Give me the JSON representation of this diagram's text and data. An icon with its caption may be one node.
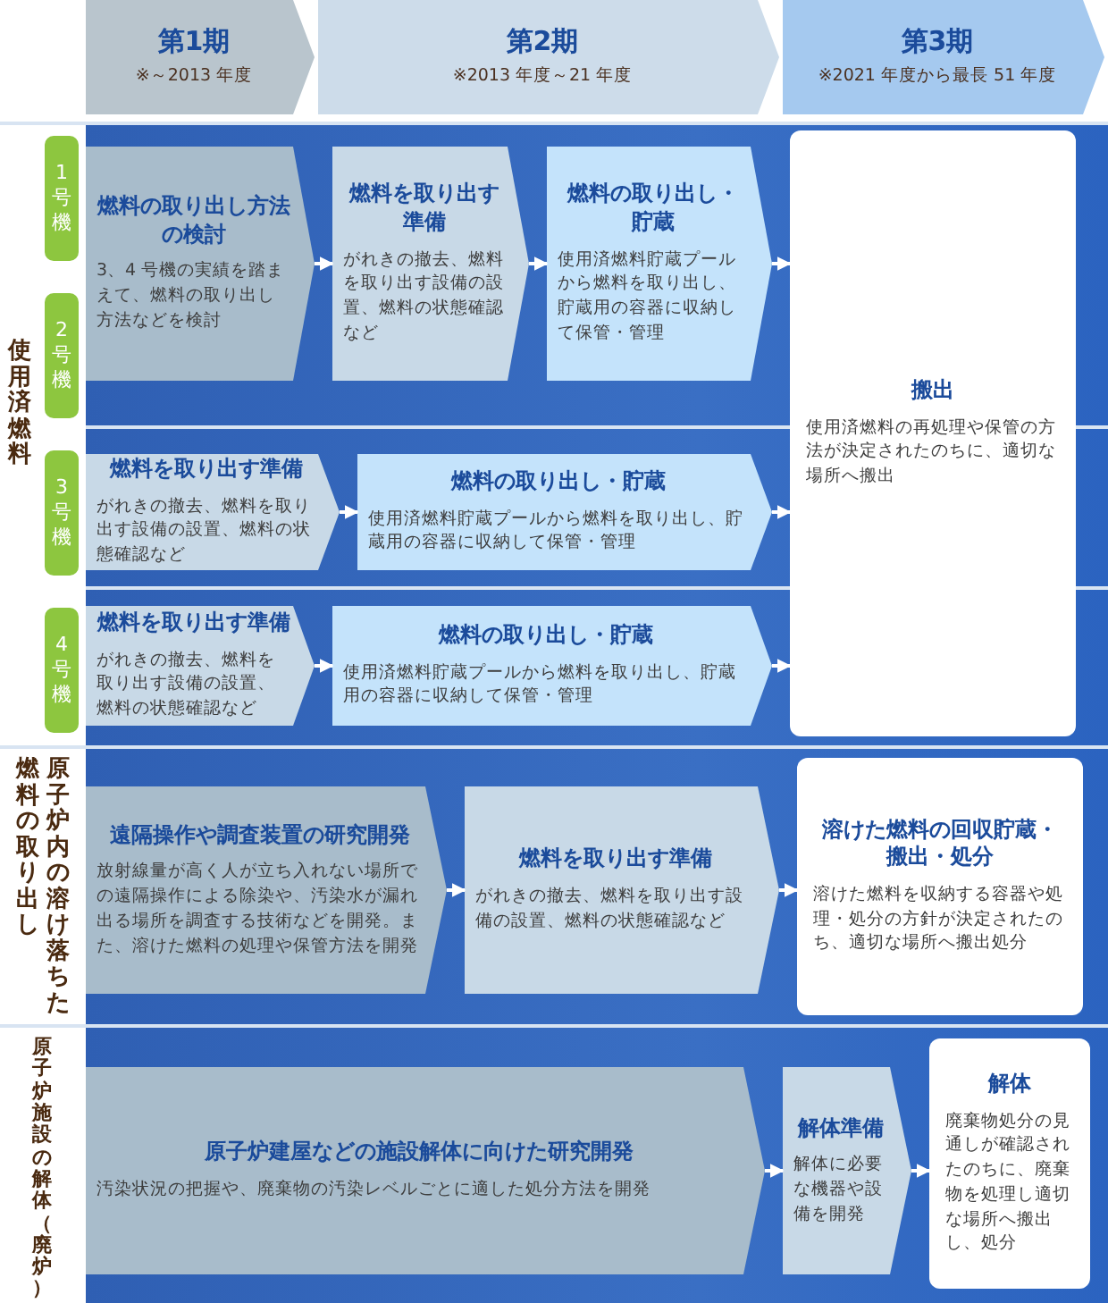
{
  "diagram": {
    "nodes": [
      {
        "text": [
          "第1期",
          "※～2013 年度"
        ]
      },
      {
        "text": [
          "第2期",
          "※2013 年度～21 年度"
        ]
      },
      {
        "text": [
          "第3期",
          "※2021 年度から最長 51 年度"
        ]
      },
      {
        "text": [
          "1号機"
        ]
      },
      {
        "text": [
          "2号機"
        ]
      },
      {
        "text": [
          "燃料の取り出し方法の検討",
          "3、4 号機の実績を踏まえて、燃料の取り出し方法などを検討"
        ]
      },
      {
        "text": [
          "燃料を取り出す準備",
          "がれきの撤去、燃料を取り出す設備の設置、燃料の状態確認など"
        ]
      },
      {
        "text": [
          "燃料の取り出し・貯蔵",
          "使用済燃料貯蔵プールから燃料を取り出し、貯蔵用の容器に収納して保管・管理"
        ]
      },
      {
        "text": [
          "搬出",
          "使用済燃料の再処理や保管の方法が決定されたのちに、適切な場所へ搬出"
        ]
      },
      {
        "text": [
          "3号機"
        ]
      },
      {
        "text": [
          "燃料を取り出す準備",
          "がれきの撤去、燃料を取り出す設備の設置、燃料の状態確認など"
        ]
      },
      {
        "text": [
          "燃料の取り出し・貯蔵",
          "使用済燃料貯蔵プールから燃料を取り出し、貯蔵用の容器に収納して保管・管理"
        ]
      },
      {
        "text": [
          "4号機"
        ]
      },
      {
        "text": [
          "燃料を取り出す準備",
          "がれきの撤去、燃料を取り出す設備の設置、燃料の状態確認など"
        ]
      },
      {
        "text": [
          "燃料の取り出し・貯蔵",
          "使用済燃料貯蔵プールから燃料を取り出し、貯蔵用の容器に収納して保管・管理"
        ]
      },
      {
        "text": [
          "遠隔操作や調査装置の研究開発",
          "放射線量が高く人が立ち入れない場所での遠隔操作による除染や、汚染水が漏れ出る場所を調査する技術などを開発。また、溶けた燃料の処理や保管方法を開発"
        ]
      },
      {
        "text": [
          "燃料を取り出す準備",
          "がれきの撤去、燃料を取り出す設備の設置、燃料の状態確認など"
        ]
      },
      {
        "text": [
          "溶けた燃料の回収貯蔵・搬出・処分",
          "溶けた燃料を収納する容器や処理・処分の方針が決定されたのち、適切な場所へ搬出処分"
        ]
      },
      {
        "text": [
          "原子炉建屋などの施設解体に向けた研究開発",
          "汚染状況の把握や、廃棄物の汚染レベルごとに適した処分方法を開発"
        ]
      },
      {
        "text": [
          "解体準備",
          "解体に必要な機器や設備を開発"
        ]
      },
      {
        "text": [
          "解体",
          "廃棄物処分の見通しが確認されたのちに、廃棄物を処理し適切な場所へ搬出し、処分"
        ]
      }
    ],
    "edges": [
      {
        "from": 5,
        "to": 6,
        "arrow": "to"
      },
      {
        "from": 6,
        "to": 7,
        "arrow": "to"
      },
      {
        "from": 7,
        "to": 8,
        "arrow": "to"
      },
      {
        "from": 10,
        "to": 11,
        "arrow": "to"
      },
      {
        "from": 11,
        "to": 8,
        "arrow": "to"
      },
      {
        "from": 13,
        "to": 14,
        "arrow": "to"
      },
      {
        "from": 14,
        "to": 8,
        "arrow": "to"
      },
      {
        "from": 15,
        "to": 16,
        "arrow": "to"
      },
      {
        "from": 16,
        "to": 17,
        "arrow": "to"
      },
      {
        "from": 18,
        "to": 19,
        "arrow": "to"
      },
      {
        "from": 19,
        "to": 20,
        "arrow": "to"
      }
    ],
    "labels": [
      "使用済燃料",
      "原子炉内の溶け落ちた燃料の取り出し",
      "原子炉施設の解体（廃炉）"
    ]
  }
}
